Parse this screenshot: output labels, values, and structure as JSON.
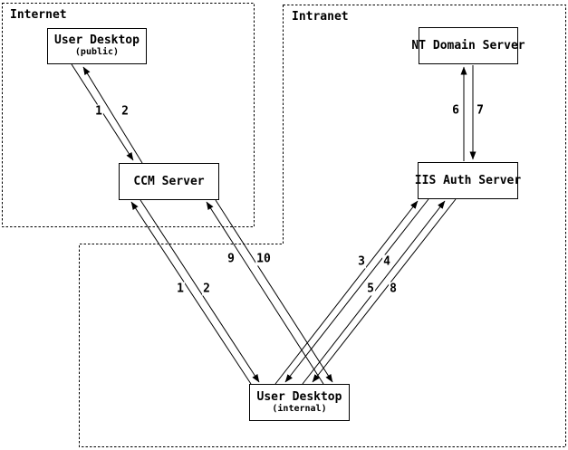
{
  "diagram": {
    "colors": {
      "background": "#ffffff",
      "line": "#000000",
      "text": "#000000"
    },
    "regions": [
      {
        "label": "Internet"
      },
      {
        "label": "Intranet"
      }
    ],
    "nodes": {
      "user_desktop_public": {
        "title": "User Desktop",
        "subtitle": "(public)"
      },
      "ccm_server": {
        "title": "CCM Server"
      },
      "nt_domain_server": {
        "title": "NT Domain Server"
      },
      "iis_auth_server": {
        "title": "IIS Auth Server"
      },
      "user_desktop_internal": {
        "title": "User Desktop",
        "subtitle": "(internal)"
      }
    },
    "connections": [
      {
        "label": "1",
        "from": "User Desktop (public)",
        "to": "CCM Server"
      },
      {
        "label": "2",
        "from": "CCM Server",
        "to": "User Desktop (public)"
      },
      {
        "label": "1",
        "from": "User Desktop (internal)",
        "to": "CCM Server"
      },
      {
        "label": "2",
        "from": "CCM Server",
        "to": "User Desktop (internal)"
      },
      {
        "label": "3",
        "from": "User Desktop (internal)",
        "to": "IIS Auth Server"
      },
      {
        "label": "4",
        "from": "IIS Auth Server",
        "to": "User Desktop (internal)"
      },
      {
        "label": "5",
        "from": "User Desktop (internal)",
        "to": "IIS Auth Server"
      },
      {
        "label": "6",
        "from": "IIS Auth Server",
        "to": "NT Domain Server"
      },
      {
        "label": "7",
        "from": "NT Domain Server",
        "to": "IIS Auth Server"
      },
      {
        "label": "8",
        "from": "IIS Auth Server",
        "to": "User Desktop (internal)"
      },
      {
        "label": "9",
        "from": "User Desktop (internal)",
        "to": "CCM Server"
      },
      {
        "label": "10",
        "from": "CCM Server",
        "to": "User Desktop (internal)"
      }
    ]
  }
}
